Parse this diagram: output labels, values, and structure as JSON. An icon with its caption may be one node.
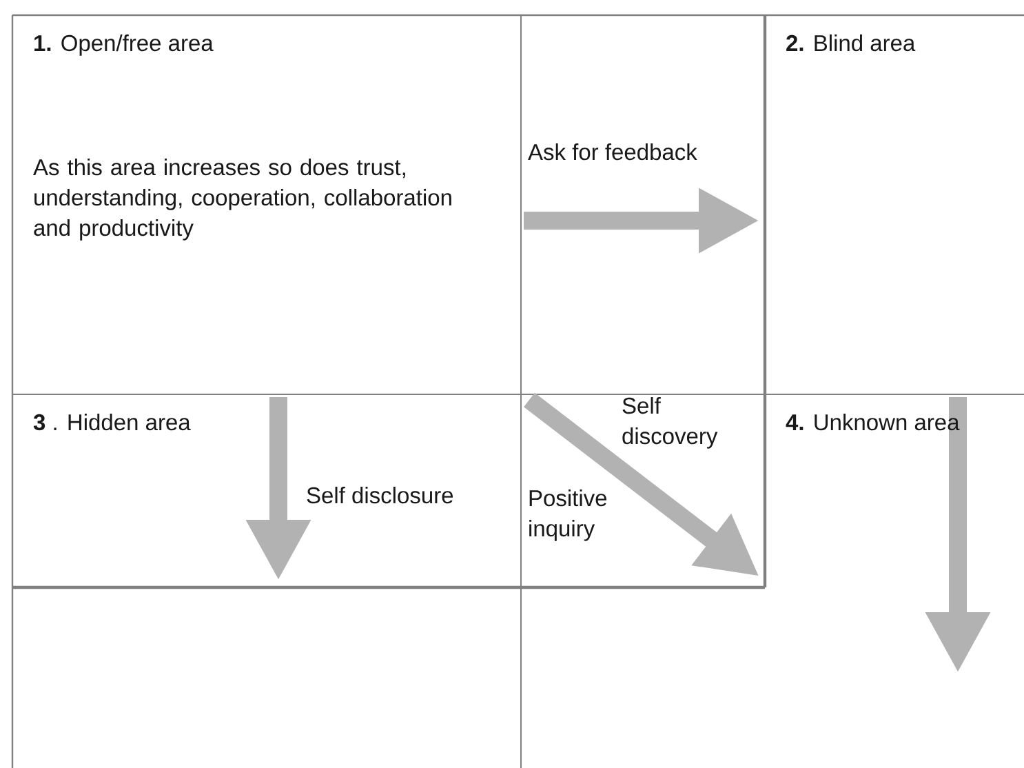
{
  "diagram": {
    "nodes": [
      {
        "text": [
          "**1.** Open/free area",
          "As this area increases so does trust, understanding, cooperation, collaboration and productivity"
        ]
      },
      {
        "text": [
          "**2.** Blind area"
        ]
      },
      {
        "text": [
          "**3** . Hidden area"
        ]
      },
      {
        "text": [
          "**4.** Unknown area"
        ]
      }
    ],
    "labels": [
      "Ask for feedback",
      "Self discovery",
      "Self disclosure",
      "Positive inquiry"
    ]
  }
}
